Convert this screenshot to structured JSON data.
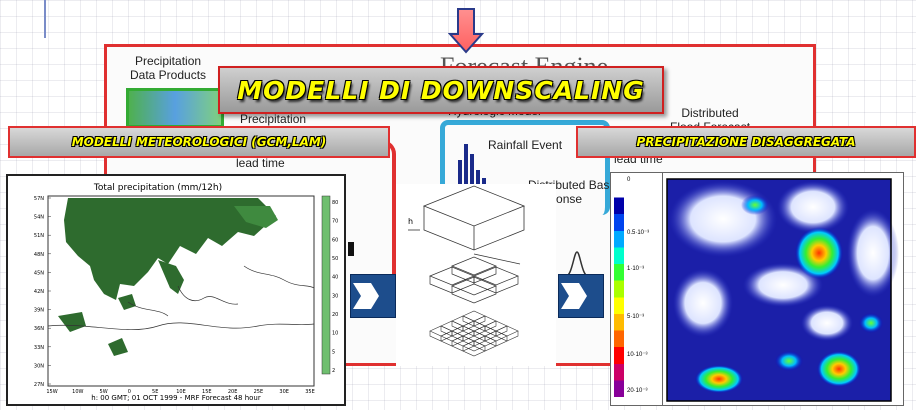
{
  "header": {
    "title": "MODELLI DI DOWNSCALING"
  },
  "labels": {
    "left": "MODELLI METEOROLOGICI (GCM,LAM)",
    "right": "PRECIPITAZIONE DISAGGREGATA"
  },
  "background_slide": {
    "title": "Forecast Engine",
    "precip_products": "Precipitation\nData Products",
    "data_fusion": "Precipitation\nData Fusion",
    "lead_time_1": "lead time",
    "hydrologic_model": "Hydrologic Model",
    "rainfall_event": "Rainfall Event",
    "distributed_basin": "Distributed Basin\nResponse",
    "flood_forecast": "Distributed\nFlood Forecast",
    "lead_time_2": "lead time"
  },
  "map": {
    "title": "Total precipitation (mm/12h)",
    "footer": "h: 00 GMT; 01 OCT 1999 - MRF Forecast 48 hour",
    "lat_ticks": [
      "57N",
      "54N",
      "51N",
      "48N",
      "45N",
      "42N",
      "39N",
      "36N",
      "33N",
      "30N",
      "27N"
    ],
    "lon_ticks": [
      "15W",
      "10W",
      "5W",
      "0",
      "5E",
      "10E",
      "15E",
      "20E",
      "25E",
      "30E",
      "35E"
    ],
    "colorbar": [
      "80",
      "70",
      "60",
      "50",
      "40",
      "30",
      "20",
      "10",
      "5",
      "2"
    ],
    "colors": {
      "land": "#2e6b2e",
      "sea": "#ffffff"
    }
  },
  "legend": {
    "values": [
      "0",
      "0.5·10⁻³",
      "1·10⁻³",
      "5·10⁻³",
      "10·10⁻³",
      "20·10⁻³"
    ],
    "colors": [
      "#ffffff",
      "#0000aa",
      "#0044ee",
      "#00aaff",
      "#00ffcc",
      "#33ff33",
      "#aaff00",
      "#ffff00",
      "#ffbb00",
      "#ff6600",
      "#ff0000",
      "#cc0066",
      "#880099"
    ]
  },
  "diagram": {
    "label": "h"
  },
  "arrow_icon": "down-arrow-icon",
  "chevron_icon": "chevron-right-icon"
}
